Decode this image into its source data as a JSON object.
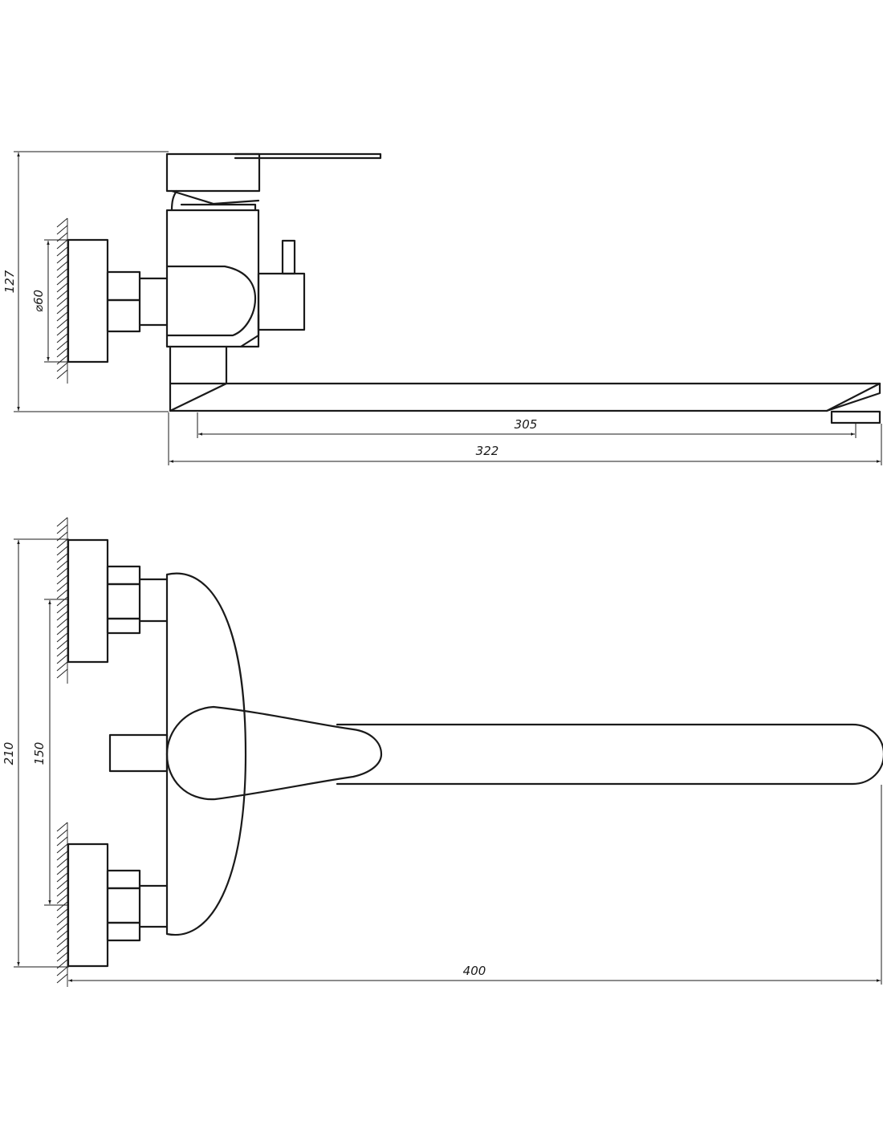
{
  "side_view": {
    "dimensions": {
      "height": "127",
      "wall_flange_diameter": "⌀60",
      "spout_length": "305",
      "overall_length": "322"
    }
  },
  "top_view": {
    "dimensions": {
      "overall_height": "210",
      "inlet_spacing": "150",
      "overall_length": "400"
    }
  },
  "colors": {
    "line": "#1a1a1a",
    "background": "#ffffff"
  }
}
